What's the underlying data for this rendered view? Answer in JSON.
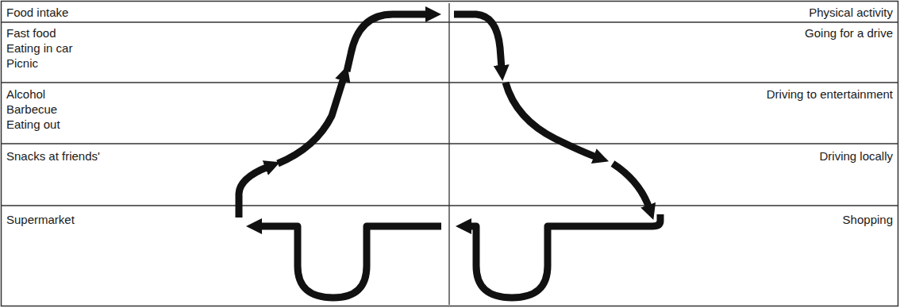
{
  "diagram": {
    "labels": [
      "Food intake",
      "Physical activity",
      "Fast food",
      "Eating in car",
      "Picnic",
      "Going for a drive",
      "Alcohol",
      "Barbecue",
      "Eating out",
      "Driving to entertainment",
      "Snacks at friends'",
      "Driving locally",
      "Supermarket",
      "Shopping"
    ]
  }
}
